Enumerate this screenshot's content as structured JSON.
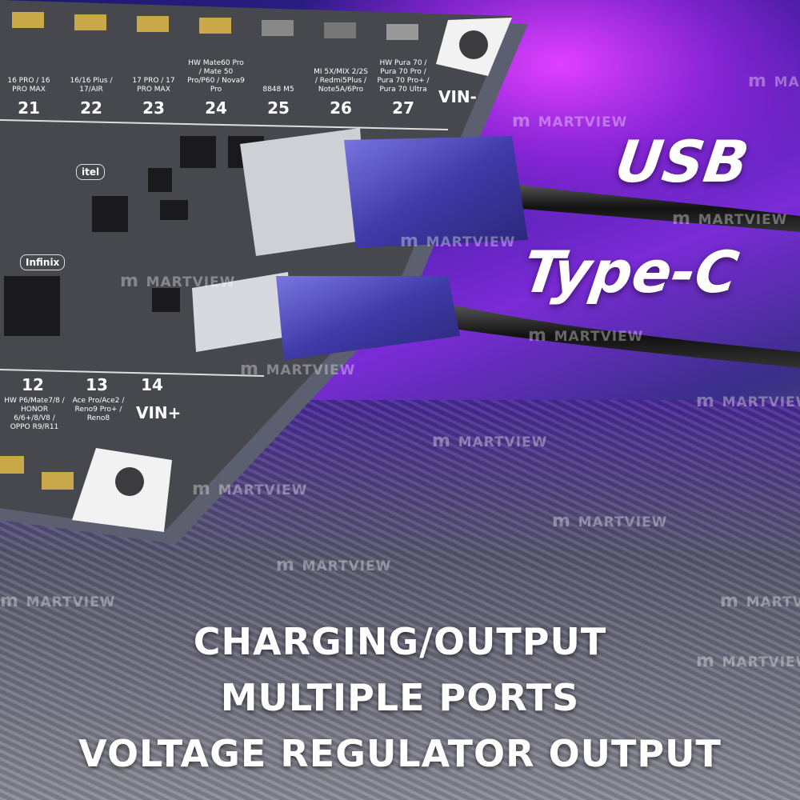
{
  "board": {
    "slots_top": [
      {
        "number": "21",
        "label": "16 PRO / 16 PRO MAX"
      },
      {
        "number": "22",
        "label": "16/16 Plus / 17/AIR"
      },
      {
        "number": "23",
        "label": "17 PRO / 17 PRO MAX"
      },
      {
        "number": "24",
        "label": "HW Mate60 Pro / Mate 50 Pro/P60 / Nova9 Pro"
      },
      {
        "number": "25",
        "label": "8848 M5"
      },
      {
        "number": "26",
        "label": "MI 5X/MIX 2/2S / Redmi5Plus / Note5A/6Pro"
      },
      {
        "number": "27",
        "label": "HW Pura 70 / Pura 70 Pro / Pura 70 Pro+ / Pura 70 Ultra"
      }
    ],
    "slots_bottom": [
      {
        "number": "12",
        "label": "HW P6/Mate7/8 / HONOR 6/6+/8/V8 / OPPO R9/R11"
      },
      {
        "number": "13",
        "label": "Ace Pro/Ace2 / Reno9 Pro+ / Reno8"
      },
      {
        "number": "14",
        "label": ""
      }
    ],
    "vin_minus": "VIN-",
    "vin_plus": "VIN+",
    "brand_tags": [
      "Infinix",
      "itel"
    ]
  },
  "ports": {
    "usb": "USB",
    "type_c": "Type-C"
  },
  "headline": [
    "CHARGING/OUTPUT",
    "MULTIPLE PORTS",
    "VOLTAGE REGULATOR OUTPUT"
  ],
  "watermark": "MARTVIEW",
  "colors": {
    "board": "#4a4b50",
    "cable_head": "#4b47b8",
    "accent": "#8a2be2"
  }
}
